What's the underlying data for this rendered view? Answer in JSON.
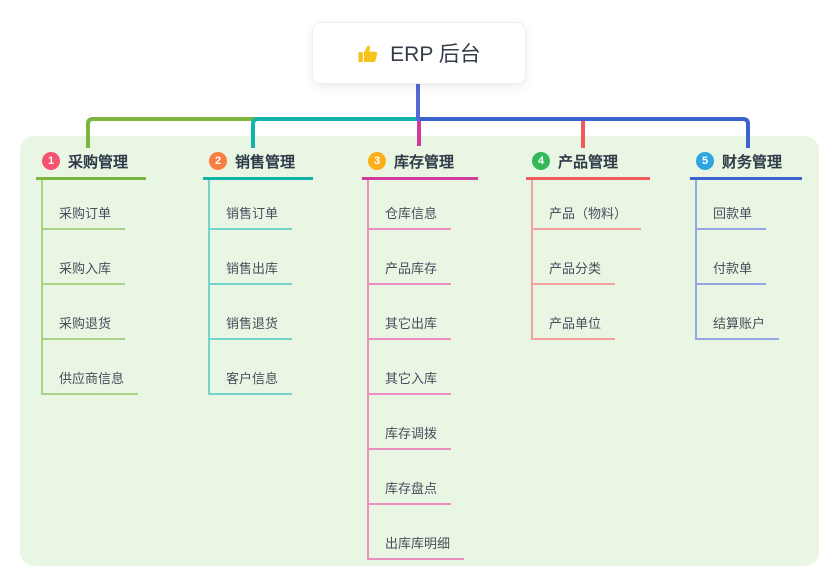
{
  "root": {
    "label": "ERP 后台",
    "icon": "thumbs-up"
  },
  "canvas": {
    "background": "#ffffff",
    "panel_color": "#eaf6e4",
    "root_stem_color": "#5569d6"
  },
  "branches": [
    {
      "badge": "1",
      "label": "采购管理",
      "color": "#7db63e",
      "light_color": "#a9d386",
      "badge_color": "#f5536f",
      "children": [
        "采购订单",
        "采购入库",
        "采购退货",
        "供应商信息"
      ]
    },
    {
      "badge": "2",
      "label": "销售管理",
      "color": "#12b3a8",
      "light_color": "#74d2c8",
      "badge_color": "#f97e41",
      "children": [
        "销售订单",
        "销售出库",
        "销售退货",
        "客户信息"
      ]
    },
    {
      "badge": "3",
      "label": "库存管理",
      "color": "#d13b9e",
      "light_color": "#ec8ec4",
      "badge_color": "#fbb019",
      "children": [
        "仓库信息",
        "产品库存",
        "其它出库",
        "其它入库",
        "库存调拨",
        "库存盘点",
        "出库库明细"
      ]
    },
    {
      "badge": "4",
      "label": "产品管理",
      "color": "#f15b5b",
      "light_color": "#f7a19e",
      "badge_color": "#33b959",
      "children": [
        "产品（物料）",
        "产品分类",
        "产品单位"
      ]
    },
    {
      "badge": "5",
      "label": "财务管理",
      "color": "#3a63d0",
      "light_color": "#93a8e0",
      "badge_color": "#2ea6e2",
      "children": [
        "回款单",
        "付款单",
        "结算账户"
      ]
    }
  ]
}
